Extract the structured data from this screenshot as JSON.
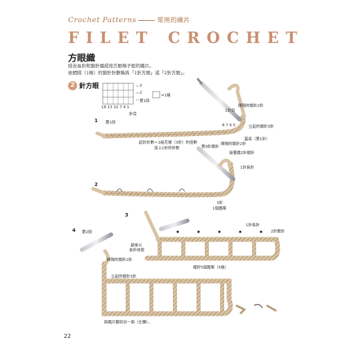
{
  "header": {
    "series_title": "Crochet Patterns",
    "series_subtitle": "常用的織片",
    "banner_letters": [
      "F",
      "I",
      "L",
      "E",
      "T",
      "C",
      "R",
      "O",
      "C",
      "H",
      "E",
      "T"
    ]
  },
  "section": {
    "title": "方眼織",
    "description_line1": "結合長針和鎖針織成宛方眼格子般的織片。",
    "description_line2": "依間隔（1格）的鎖針針數稱爲「1針方眼」或「2針方眼」。",
    "badge_number": "2",
    "badge_label": "針方眼"
  },
  "chart": {
    "row_labels": [
      "3",
      "2",
      "第1段"
    ],
    "bottom_labels": "16 13 10 7  4  1",
    "bottom_label2": "針目",
    "legend_equal": "=1格"
  },
  "steps": [
    {
      "number": "1",
      "row_label": "第1段"
    },
    {
      "number": "2"
    },
    {
      "number": "3"
    },
    {
      "number": "4",
      "row_label": "第2段"
    }
  ],
  "annotations": {
    "a1": "間隔的鎖針2針",
    "a2": "1針目",
    "a3": "立起的鎖針3針",
    "a4": "8 7 6 5",
    "a5": "基底（第1針）",
    "a6": "起針針數＝1組花樣（3針）的倍數",
    "a7": "加上1針的針數",
    "a8": "第9針鎖針",
    "a9": "間隔的鎖針2針",
    "a10": "接著織2針鎖針",
    "a11": "1針長針",
    "a12": "3針",
    "a13": "1個圖案",
    "a14": "1針長針",
    "a15": "2針鎖針",
    "a16": "最後以",
    "a17": "長針收尾",
    "a18": "織好5個圖案（5格）",
    "a19": "間隔的鎖針2針",
    "a20": "立起的鎖針3針",
    "a21": "將織片翻到另一面（左轉）。"
  },
  "page": {
    "number": "22"
  },
  "colors": {
    "yarn": "#d8c3a5",
    "yarn_shadow": "#b79c7a",
    "accent": "#d49a78",
    "hook": "#a8a8b0"
  }
}
